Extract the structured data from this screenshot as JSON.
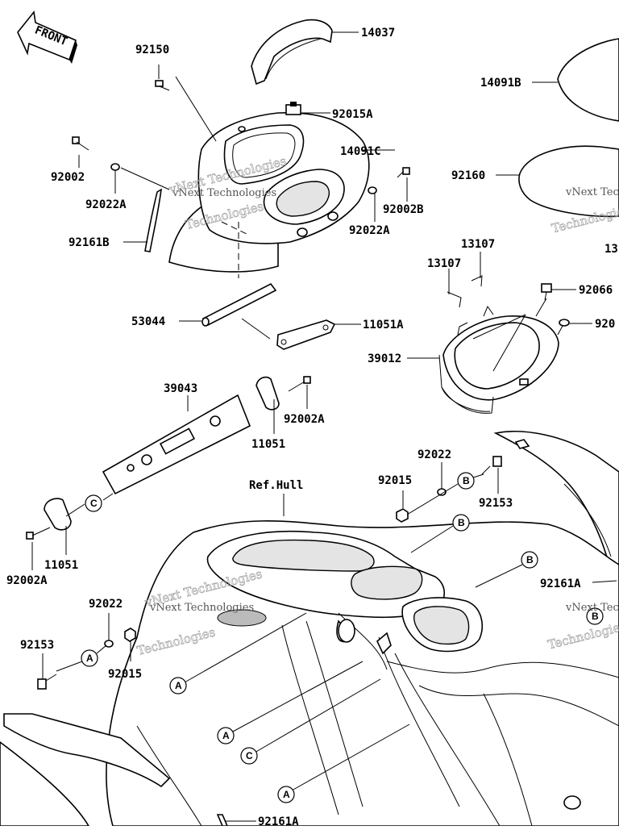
{
  "front_marker": "FRONT",
  "reference_label": "Ref.Hull",
  "watermark": {
    "line1": "vNext Technologies",
    "line2": "Technologies"
  },
  "callouts": {
    "A": "A",
    "B": "B",
    "C": "C"
  },
  "parts": {
    "p14037": "14037",
    "p14091B": "14091B",
    "p92150": "92150",
    "p92015A": "92015A",
    "p14091C": "14091C",
    "p92002": "92002",
    "p92160": "92160",
    "p92022A_left": "92022A",
    "p92002B": "92002B",
    "p92022A_right": "92022A",
    "p92161B": "92161B",
    "p13107_top": "13107",
    "p13107": "13107",
    "p13_cut": "13",
    "p92066": "92066",
    "p53044": "53044",
    "p11051A": "11051A",
    "p920_cut": "920",
    "p39012": "39012",
    "p39043": "39043",
    "p92002A_upper": "92002A",
    "p11051_upper": "11051",
    "p92022_upper": "92022",
    "p92015_upper": "92015",
    "p92153_upper": "92153",
    "p11051_lower": "11051",
    "p92002A_lower": "92002A",
    "p92161A_right": "92161A",
    "p92022_lower": "92022",
    "p92153_lower": "92153",
    "p92015_lower": "92015",
    "p92161A_bottom": "92161A"
  }
}
